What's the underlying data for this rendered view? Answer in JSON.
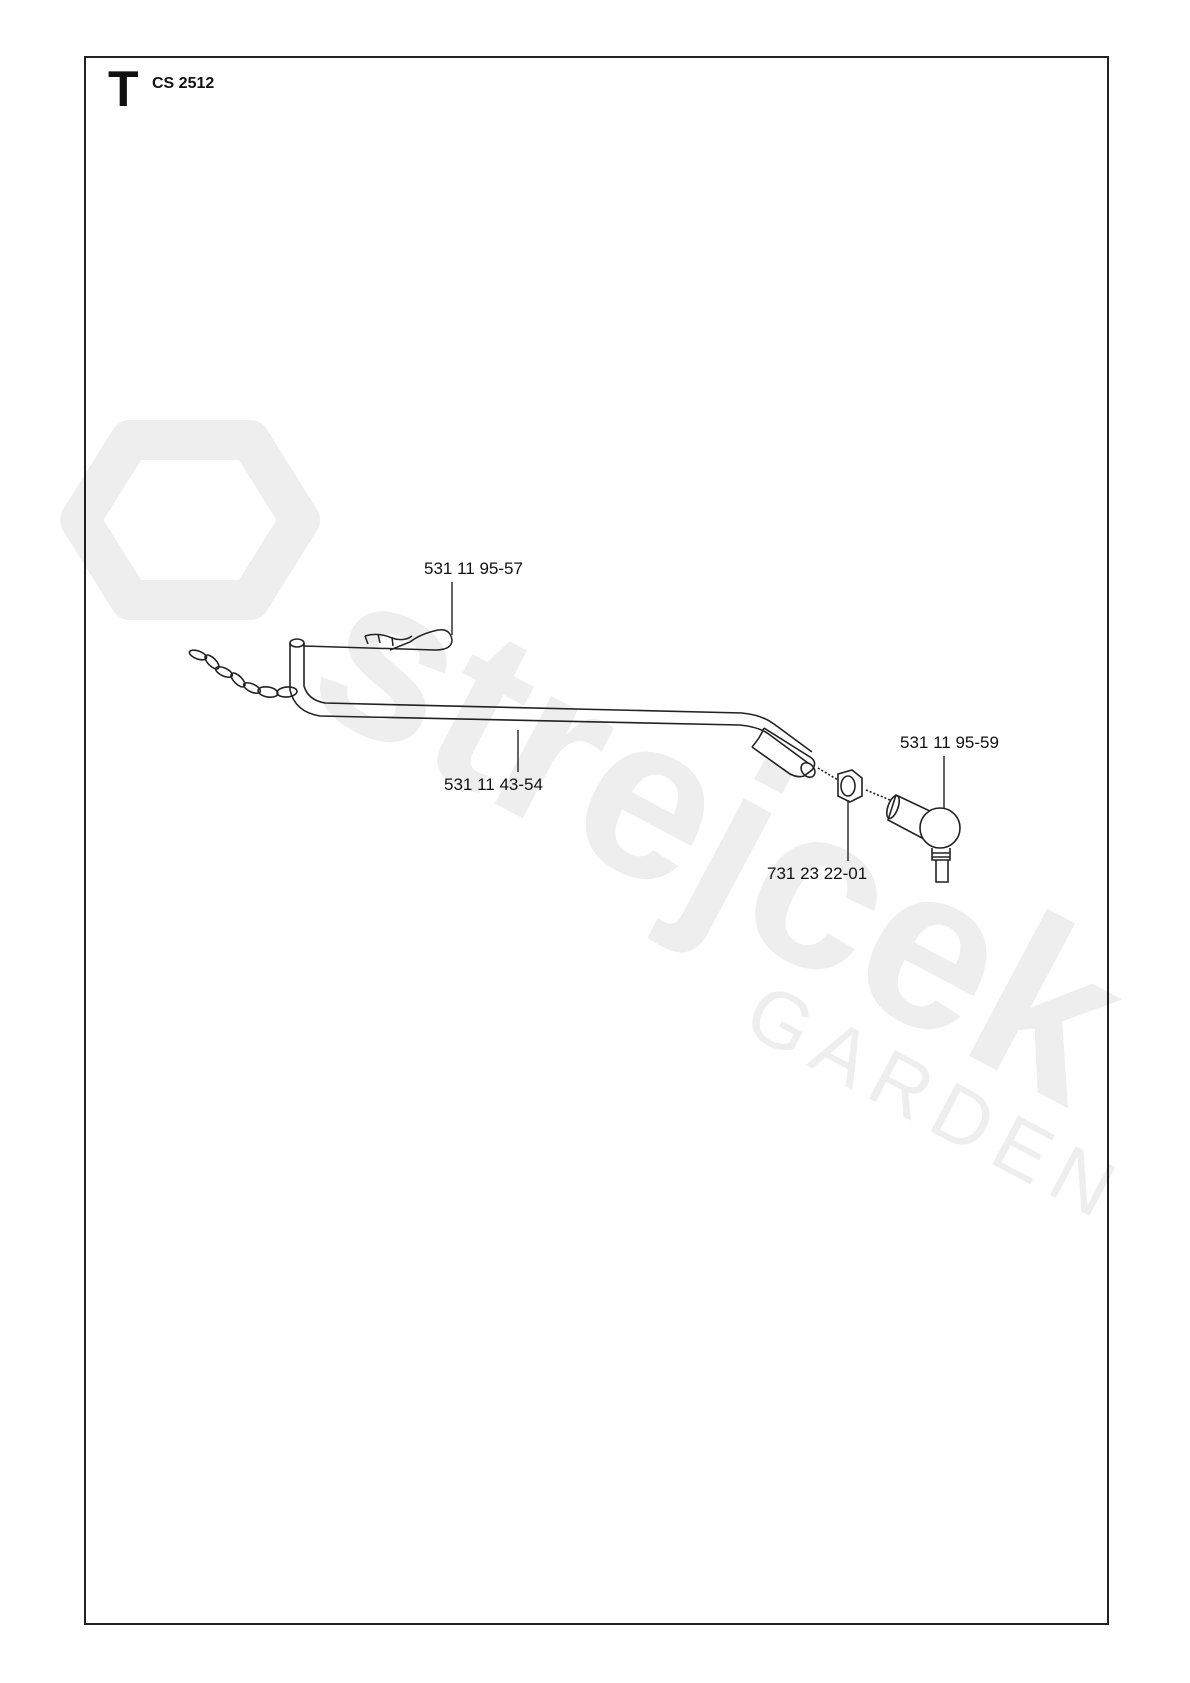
{
  "header": {
    "section_letter": "T",
    "model": "CS 2512"
  },
  "watermark": {
    "brand_text": "strejcek",
    "sub_text": "GARDEN"
  },
  "parts": [
    {
      "id": "531 11 95-57"
    },
    {
      "id": "531 11 43-54"
    },
    {
      "id": "531 11 95-59"
    },
    {
      "id": "731 23 22-01"
    }
  ]
}
